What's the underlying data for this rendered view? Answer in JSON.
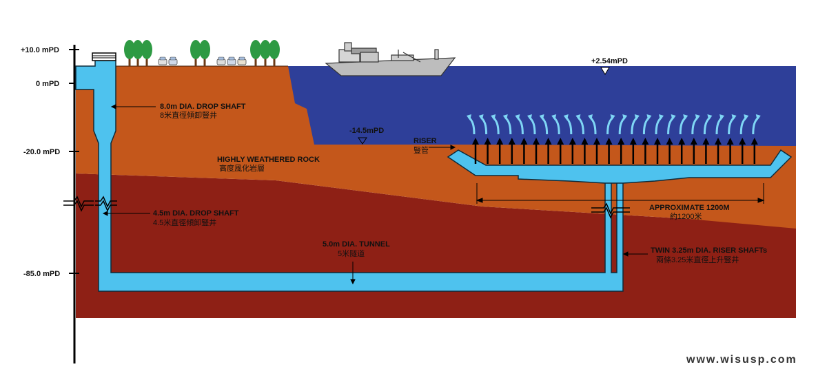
{
  "colors": {
    "sea": "#2E3F99",
    "soil_upper": "#C4571B",
    "rock_deep": "#8E2015",
    "tunnel_water": "#4EC2EE",
    "tree": "#2E9A43",
    "trunk": "#6B3A16"
  },
  "elevations": [
    {
      "key": "plus10",
      "text": "+10.0 mPD"
    },
    {
      "key": "zero",
      "text": "0 mPD"
    },
    {
      "key": "minus20",
      "text": "-20.0 mPD"
    },
    {
      "key": "minus85",
      "text": "-85.0 mPD"
    }
  ],
  "sea_level": {
    "text": "+2.54mPD"
  },
  "seabed_level": {
    "text": "-14.5mPD"
  },
  "labels": {
    "drop_shaft_8_en": "8.0m DIA. DROP SHAFT",
    "drop_shaft_8_cn": "8米直徑傾卸豎井",
    "rock_en": "HIGHLY WEATHERED ROCK",
    "rock_cn": "高度風化岩層",
    "riser_en": "RISER",
    "riser_cn": "豎管",
    "drop_shaft_45_en": "4.5m DIA. DROP SHAFT",
    "drop_shaft_45_cn": "4.5米直徑傾卸豎井",
    "tunnel_en": "5.0m DIA. TUNNEL",
    "tunnel_cn": "5米隧道",
    "approx_en": "APPROXIMATE 1200M",
    "approx_cn": "約1200米",
    "twin_en": "TWIN 3.25m DIA. RISER SHAFTs",
    "twin_cn": "兩條3.25米直徑上升豎井"
  },
  "watermark": "www.wisusp.com",
  "icons": [
    "tree-icon",
    "car-icon",
    "ship-icon",
    "water-level-triangle-icon",
    "upflow-arrow-icon",
    "plume-arrow-icon"
  ]
}
